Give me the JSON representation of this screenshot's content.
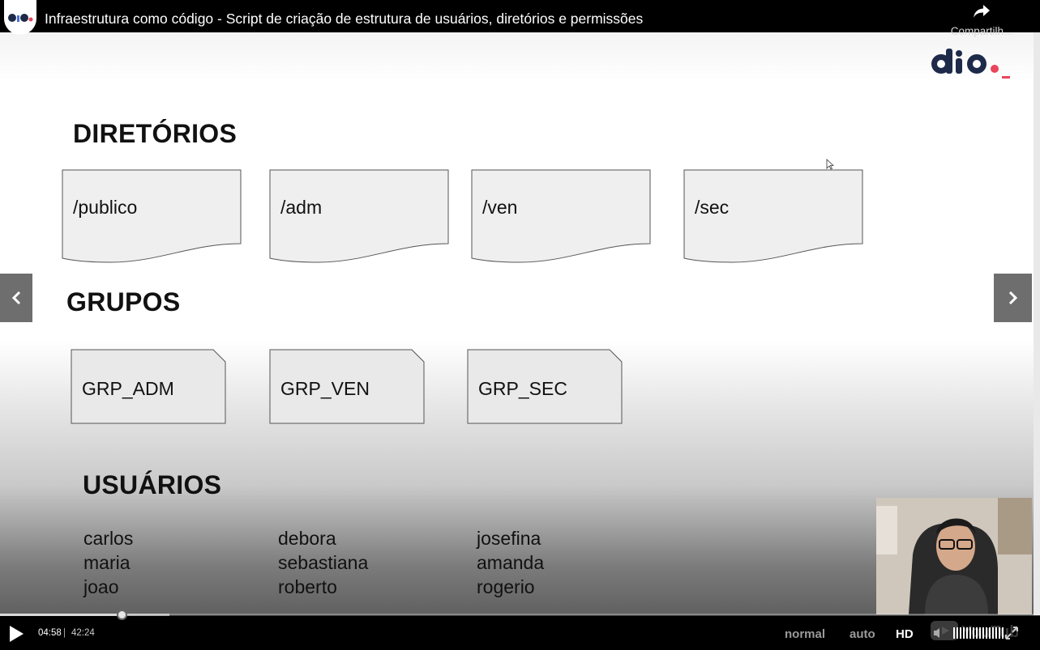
{
  "header": {
    "title": "Infraestrutura como código - Script de criação de estrutura de usuários, diretórios e permissões",
    "share_label": "Compartilh..."
  },
  "slide": {
    "directories_title": "DIRETÓRIOS",
    "directories": [
      "/publico",
      "/adm",
      "/ven",
      "/sec"
    ],
    "groups_title": "GRUPOS",
    "groups": [
      "GRP_ADM",
      "GRP_VEN",
      "GRP_SEC"
    ],
    "users_title": "USUÁRIOS",
    "users": [
      [
        "carlos",
        "maria",
        "joao"
      ],
      [
        "debora",
        "sebastiana",
        "roberto"
      ],
      [
        "josefina",
        "amanda",
        "rogerio"
      ]
    ]
  },
  "player": {
    "current_time": "04:58",
    "separator": "|",
    "total_time": "42:24",
    "speed_label": "normal",
    "quality_label": "auto",
    "hd_label": "HD",
    "progress_fraction": 0.117,
    "buffered_fraction": 0.163
  },
  "colors": {
    "brand_dark": "#1e2a4a",
    "brand_accent": "#e8455a",
    "card_fill": "#efefef",
    "card_stroke": "#555555"
  }
}
